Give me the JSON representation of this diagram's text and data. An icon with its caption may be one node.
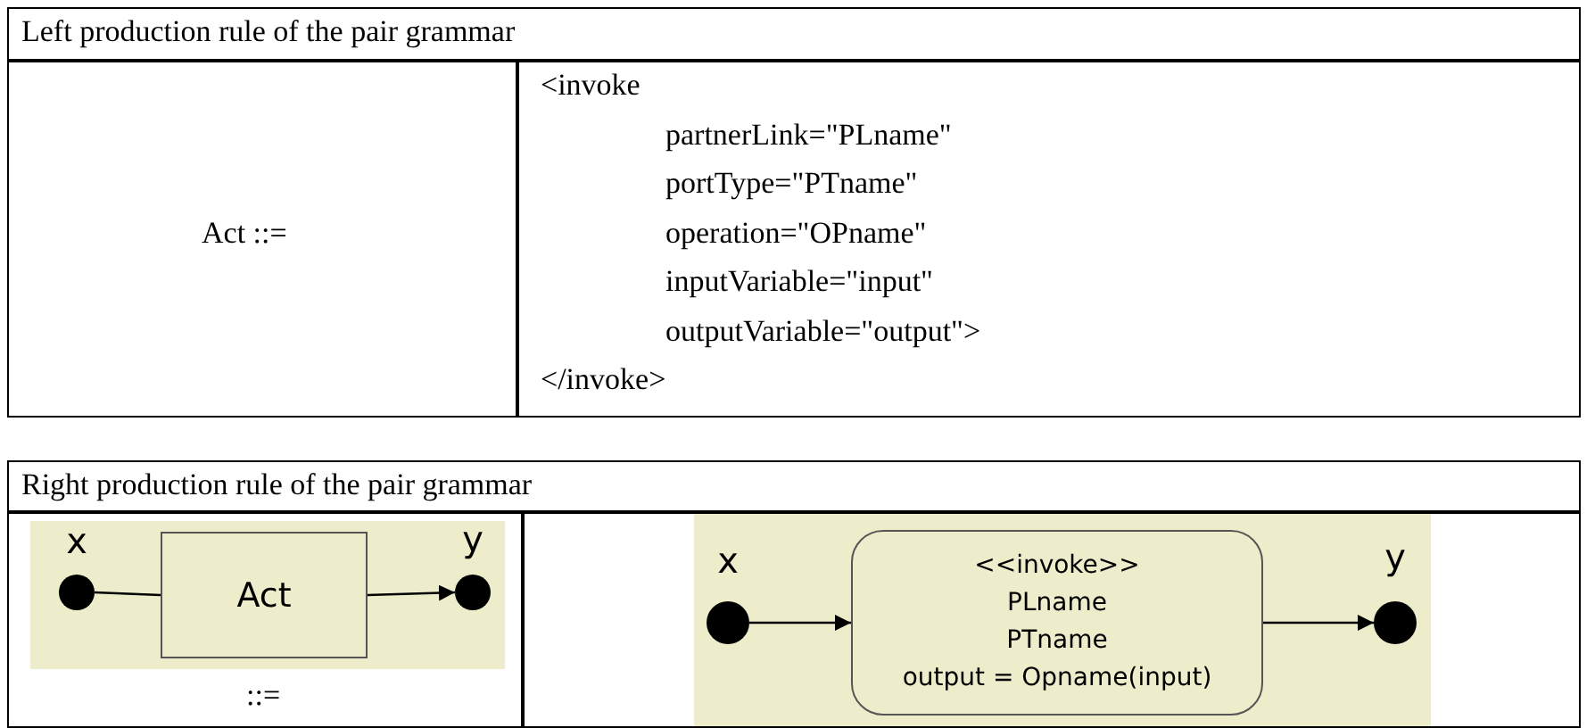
{
  "diagram": {
    "nodes": [
      {
        "text": [
          "x"
        ]
      },
      {
        "text": [
          "Act"
        ]
      },
      {
        "text": [
          "y"
        ]
      },
      {
        "text": [
          "x"
        ]
      },
      {
        "text": [
          "<<invoke>>",
          "PLname",
          "PTname",
          "output = Opname(input)"
        ]
      },
      {
        "text": [
          "y"
        ]
      }
    ],
    "edges": [
      {
        "from": 0,
        "to": 1,
        "arrow": "none"
      },
      {
        "from": 1,
        "to": 2,
        "arrow": "to"
      },
      {
        "from": 3,
        "to": 4,
        "arrow": "to"
      },
      {
        "from": 4,
        "to": 5,
        "arrow": "to"
      }
    ],
    "labels": [
      "Left production rule of the pair grammar",
      "Act ::=",
      "<invoke",
      "partnerLink=\"PLname\"",
      "portType=\"PTname\"",
      "operation=\"OPname\"",
      "inputVariable=\"input\"",
      "outputVariable=\"output\">",
      "</invoke>",
      "Right production rule of the pair grammar",
      "::="
    ]
  }
}
